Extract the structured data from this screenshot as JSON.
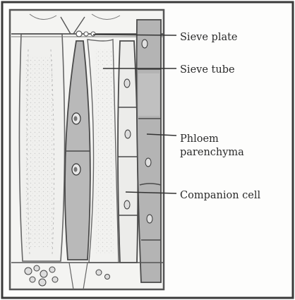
{
  "labels": {
    "sieve_plate": "Sieve plate",
    "sieve_tube": "Sieve tube",
    "phloem_line1": "Phloem",
    "phloem_line2": "parenchyma",
    "companion_cell": "Companion cell"
  },
  "colors": {
    "frame": "#3a3a3a",
    "background": "#f7f7f5",
    "cell_fill": "#b9b9b9",
    "cell_dark": "#9c9c9c",
    "line": "#4a4a4a",
    "text": "#2a2a2a"
  }
}
